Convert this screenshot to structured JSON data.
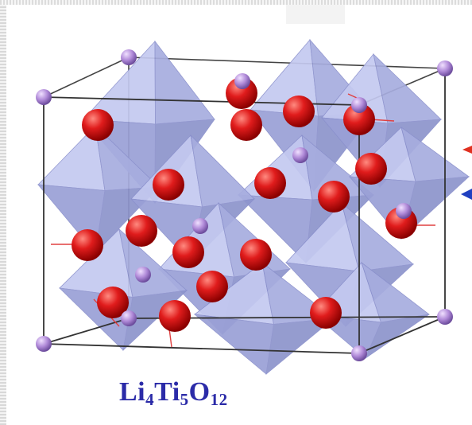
{
  "formula": {
    "parts": [
      {
        "el": "Li",
        "n": "4"
      },
      {
        "el": "Ti",
        "n": "5"
      },
      {
        "el": "O",
        "n": "12"
      }
    ]
  },
  "colors": {
    "octahedron_fill": "#aab0e6",
    "octahedron_edge": "#8a90cc",
    "oxygen_atom": "#d81818",
    "lithium_atom": "#b08ad8",
    "cell_edge": "#333333",
    "formula_text": "#2b2ba8",
    "arrow_red": "#e03020",
    "arrow_blue": "#2040c0"
  }
}
